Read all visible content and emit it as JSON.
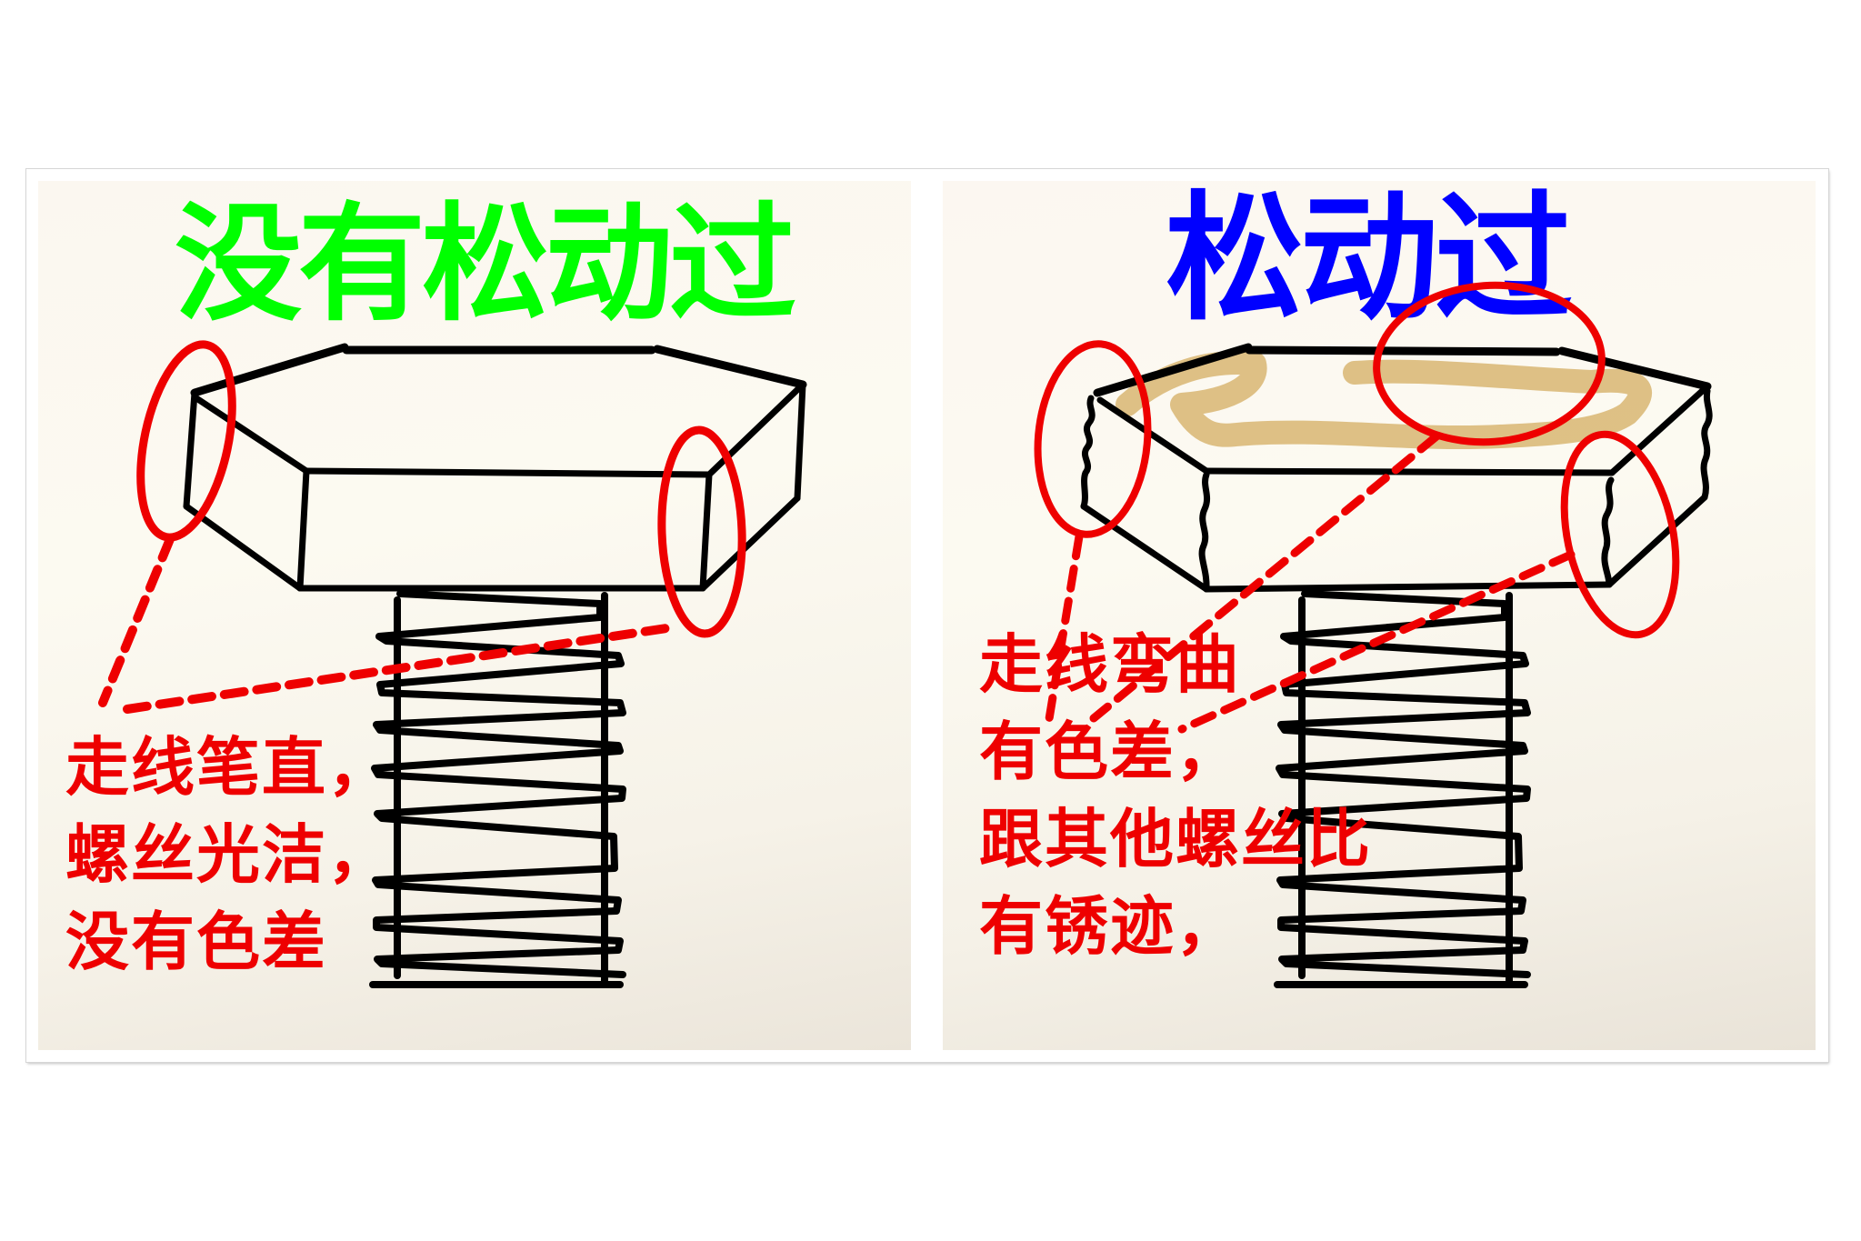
{
  "colors": {
    "title_not_loosened": "#00ff00",
    "title_loosened": "#0000ff",
    "annotation_red": "#ee0000",
    "outline_black": "#000000",
    "rust_tan": "#d8b672"
  },
  "left_panel": {
    "title": "没有松动过",
    "notes": [
      "走线笔直，",
      "螺丝光洁，",
      "没有色差"
    ],
    "highlights": [
      "left-edge-circle",
      "right-edge-circle"
    ]
  },
  "right_panel": {
    "title": "松动过",
    "notes": [
      "走线弯曲",
      "有色差，",
      "跟其他螺丝比",
      "有锈迹，"
    ],
    "highlights": [
      "left-edge-circle",
      "top-face-circle",
      "right-edge-circle"
    ],
    "marks": [
      "wavy-edges",
      "rust-stain-on-top-face"
    ]
  }
}
